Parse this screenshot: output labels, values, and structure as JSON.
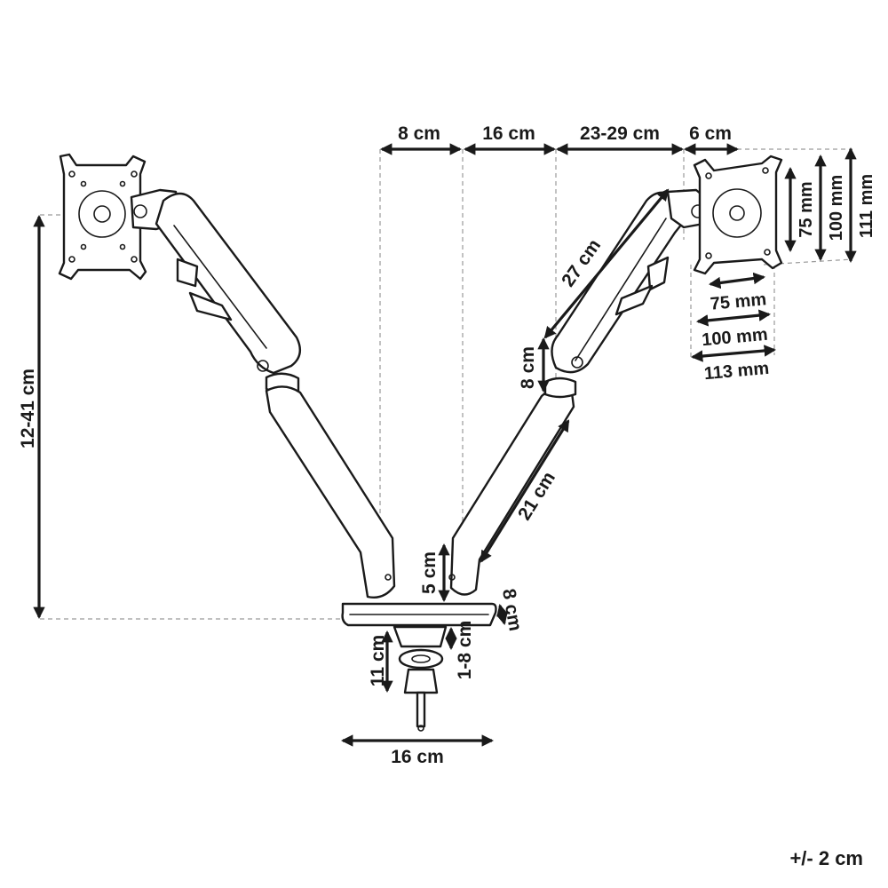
{
  "dimensions": {
    "top_offset_base": "8 cm",
    "top_base_width": "16 cm",
    "top_arm_reach": "23-29 cm",
    "top_plate_offset": "6 cm",
    "height_range": "12-41 cm",
    "upper_arm": "27 cm",
    "joint_height": "8 cm",
    "lower_arm": "21 cm",
    "post_height": "5 cm",
    "base_thickness": "8 cm",
    "clamp_range": "1-8 cm",
    "clamp_height": "11 cm",
    "base_width": "16 cm",
    "vesa_v_small": "75 mm",
    "vesa_v_large": "100 mm",
    "plate_height": "111 mm",
    "vesa_h_small": "75 mm",
    "vesa_h_large": "100 mm",
    "plate_width": "113 mm"
  },
  "tolerance": "+/- 2 cm"
}
